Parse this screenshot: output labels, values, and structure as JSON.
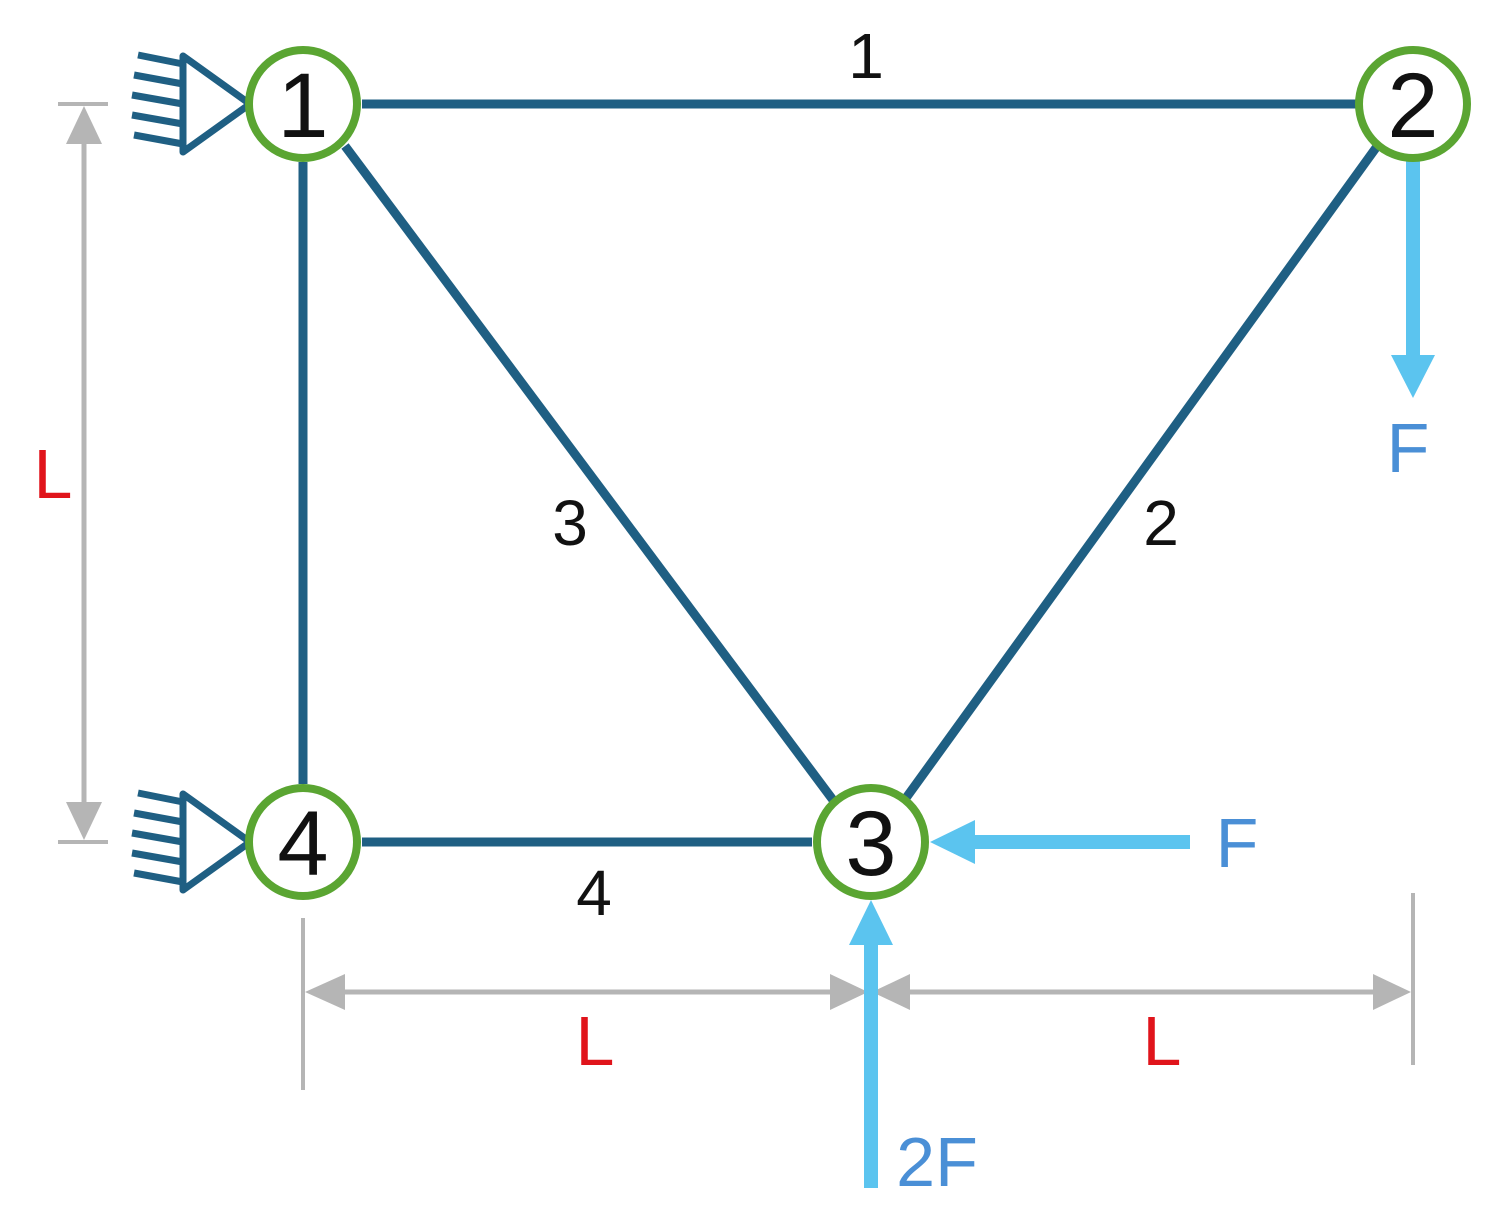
{
  "colors": {
    "member": "#1f5f83",
    "node_ring": "#5aa532",
    "support": "#1f5f83",
    "load_arrow": "#5bc4ef",
    "load_text": "#4a8fd6",
    "dimension": "#b5b5b5",
    "dimension_text": "#e0141b"
  },
  "nodes": [
    {
      "id": "1",
      "label": "1"
    },
    {
      "id": "2",
      "label": "2"
    },
    {
      "id": "3",
      "label": "3"
    },
    {
      "id": "4",
      "label": "4"
    }
  ],
  "members": [
    {
      "id": "1",
      "label": "1",
      "from": "1",
      "to": "2"
    },
    {
      "id": "2",
      "label": "2",
      "from": "2",
      "to": "3"
    },
    {
      "id": "3",
      "label": "3",
      "from": "1",
      "to": "3"
    },
    {
      "id": "4",
      "label": "4",
      "from": "4",
      "to": "3"
    },
    {
      "id": "5",
      "label": "",
      "from": "1",
      "to": "4"
    }
  ],
  "supports": [
    {
      "node": "1",
      "type": "pin-wall"
    },
    {
      "node": "4",
      "type": "pin-wall"
    }
  ],
  "loads": [
    {
      "node": "2",
      "direction": "down",
      "label": "F"
    },
    {
      "node": "3",
      "direction": "left",
      "label": "F"
    },
    {
      "node": "3",
      "direction": "up",
      "label": "2F"
    }
  ],
  "dimensions": [
    {
      "orientation": "vertical",
      "between": [
        "1",
        "4"
      ],
      "label": "L"
    },
    {
      "orientation": "horizontal",
      "between": [
        "4",
        "3"
      ],
      "label": "L"
    },
    {
      "orientation": "horizontal",
      "between": [
        "3",
        "2"
      ],
      "label": "L"
    }
  ]
}
